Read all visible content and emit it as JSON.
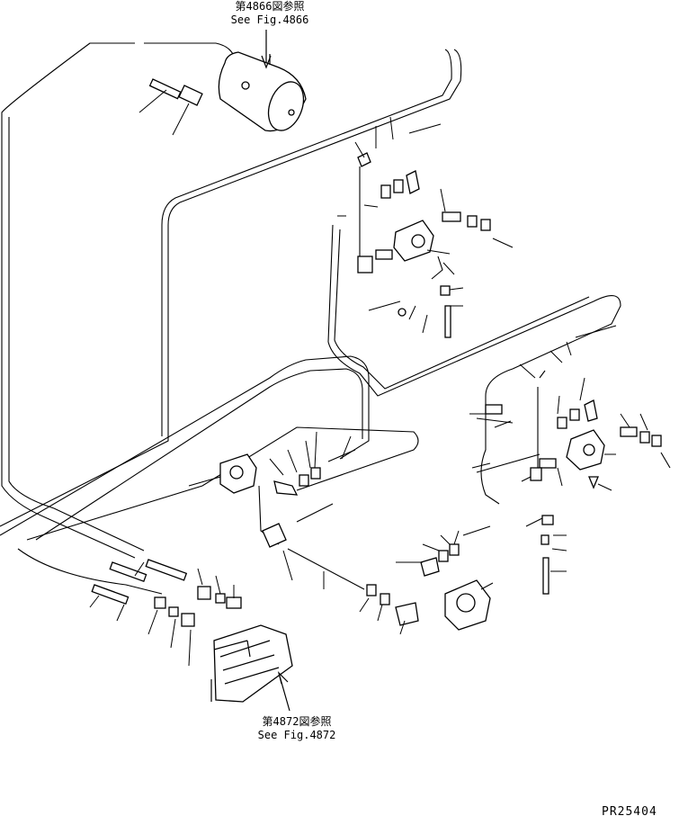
{
  "references": {
    "top": {
      "jp": "第4866図参照",
      "en": "See Fig.4866"
    },
    "bottom": {
      "jp": "第4872図参照",
      "en": "See Fig.4872"
    }
  },
  "part_number": "PR25404",
  "icons": [
    "air-tank-icon",
    "valve-block-icon",
    "relay-valve-icon",
    "bracket-icon",
    "arrow-icon"
  ],
  "colors": {
    "line": "#000000",
    "background": "#ffffff"
  }
}
